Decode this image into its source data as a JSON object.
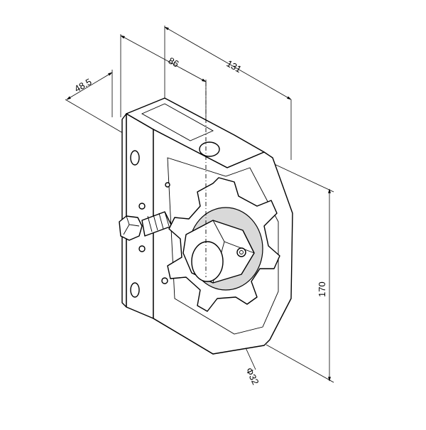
{
  "drawing": {
    "dimensions": {
      "overall_depth": "131",
      "inner_depth": "86",
      "offset": "48.5",
      "height": "170",
      "shaft_diameter": "Φ32"
    }
  }
}
